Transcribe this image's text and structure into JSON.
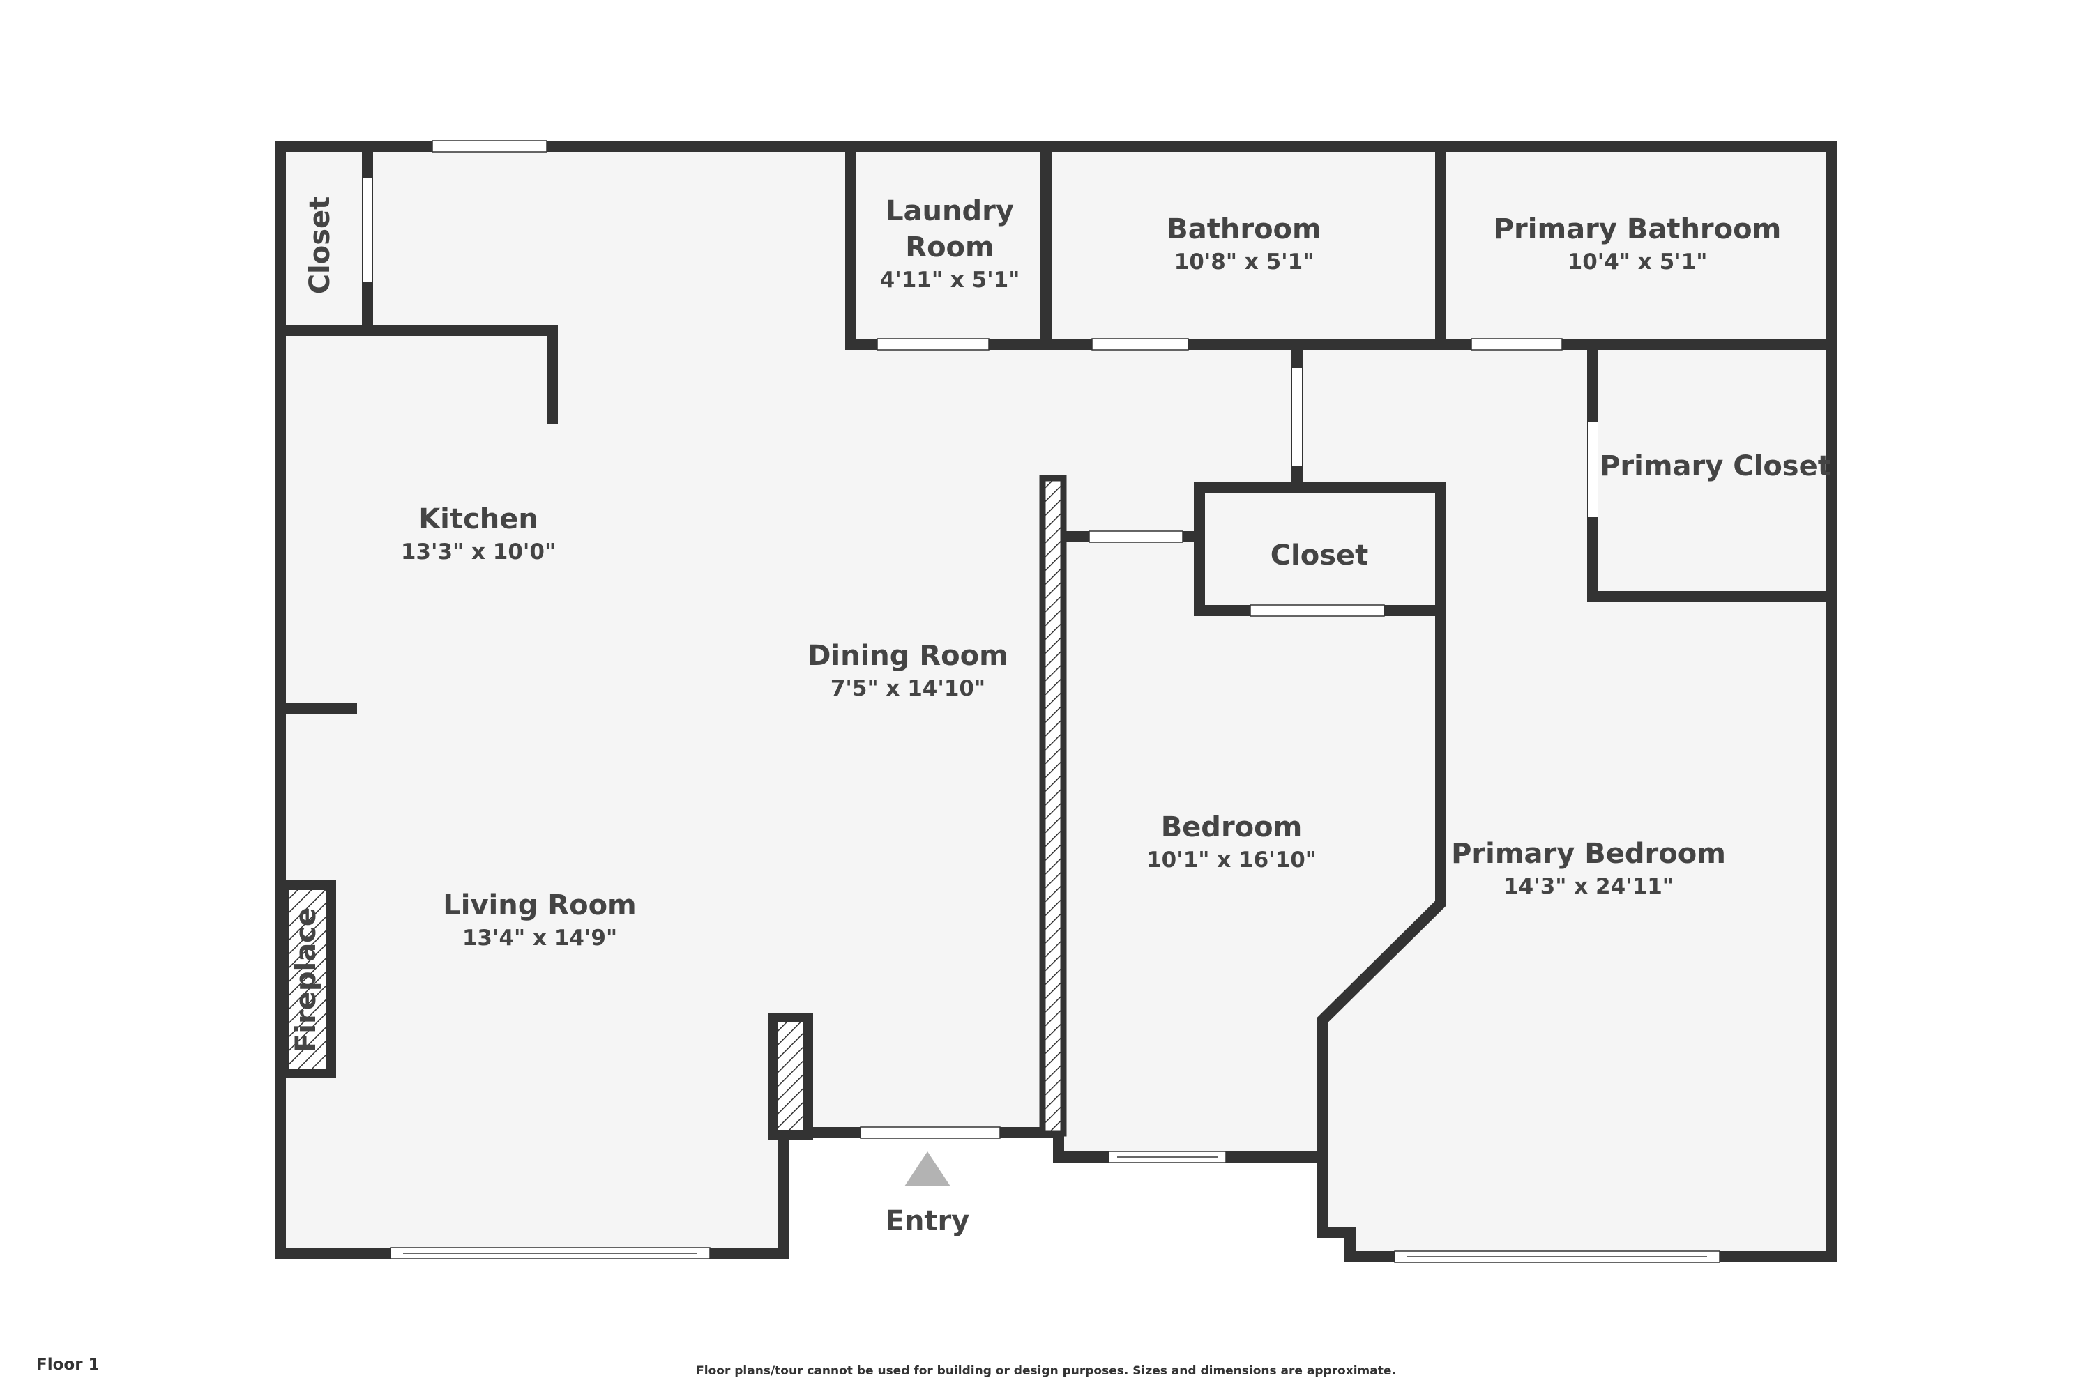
{
  "floor_label": "Floor 1",
  "disclaimer": "Floor plans/tour cannot be used for building or design purposes. Sizes and dimensions are approximate.",
  "entry": {
    "label": "Entry"
  },
  "rooms": {
    "closet_left": {
      "name": "Closet"
    },
    "laundry": {
      "name_line1": "Laundry",
      "name_line2": "Room",
      "dims": "4'11\" x 5'1\""
    },
    "bathroom": {
      "name": "Bathroom",
      "dims": "10'8\" x 5'1\""
    },
    "primary_bathroom": {
      "name": "Primary Bathroom",
      "dims": "10'4\" x 5'1\""
    },
    "primary_closet": {
      "name": "Primary Closet"
    },
    "kitchen": {
      "name": "Kitchen",
      "dims": "13'3\" x 10'0\""
    },
    "dining": {
      "name": "Dining Room",
      "dims": "7'5\" x 14'10\""
    },
    "closet_center": {
      "name": "Closet"
    },
    "bedroom": {
      "name": "Bedroom",
      "dims": "10'1\" x 16'10\""
    },
    "primary_bedroom": {
      "name": "Primary Bedroom",
      "dims": "14'3\" x 24'11\""
    },
    "living": {
      "name": "Living Room",
      "dims": "13'4\" x 14'9\""
    },
    "fireplace": {
      "name": "Fireplace"
    }
  },
  "colors": {
    "wall": "#333333",
    "floor": "#f5f5f5",
    "text": "#444444",
    "entry_marker": "#b3b3b3"
  }
}
